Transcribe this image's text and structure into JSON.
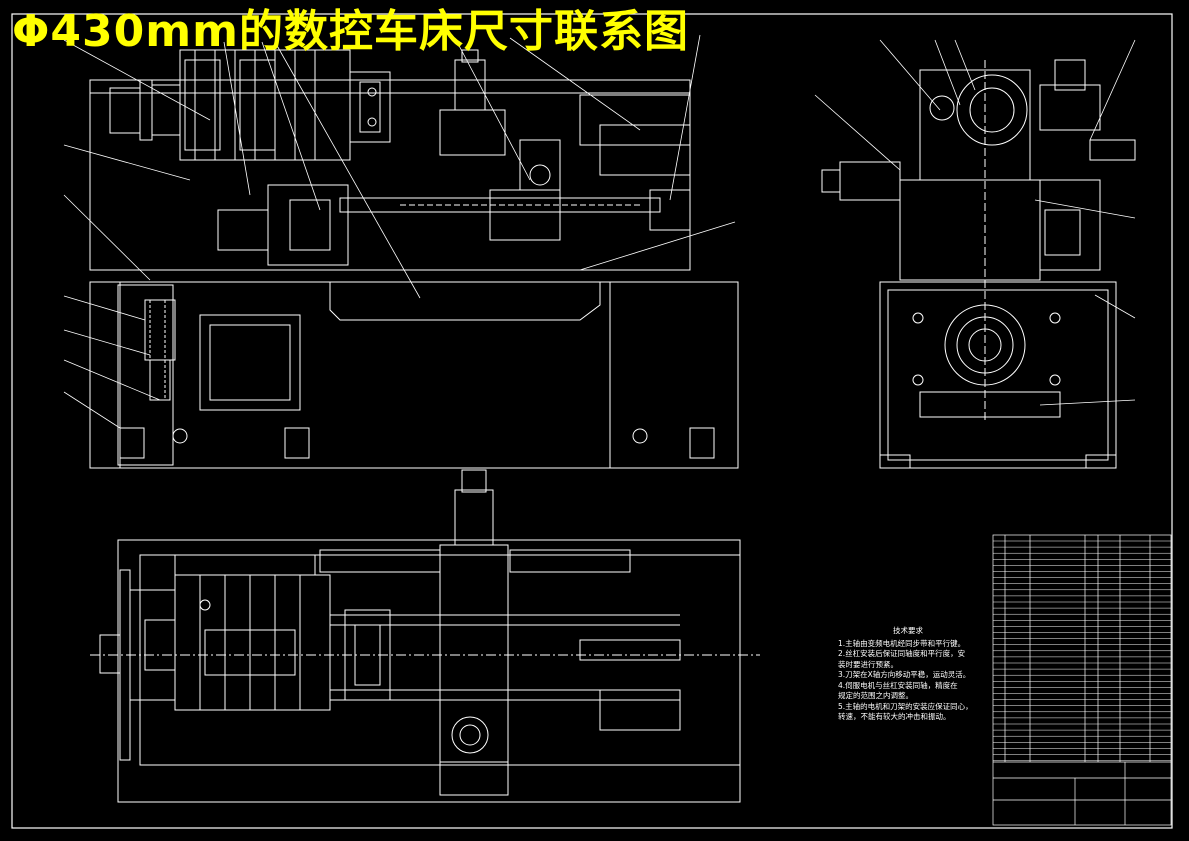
{
  "title": "Φ430mm的数控车床尺寸联系图",
  "tech_requirements": {
    "heading": "技术要求",
    "items": [
      "1.主轴由变频电机经同步带和平行键。",
      "2.丝杠安装后保证同轴度和平行度，安",
      "装时要进行预紧。",
      "3.刀架在X轴方向移动平稳，运动灵活。",
      "4.伺服电机与丝杠安装同轴，精度在",
      "规定的范围之内调整。",
      "5.主轴的电机和刀架的安装应保证同心，",
      "转速，不能有较大的冲击和振动。"
    ]
  },
  "colors": {
    "background": "#000000",
    "line": "#ffffff",
    "title": "#ffff00",
    "dim": "#bbbbbb"
  }
}
